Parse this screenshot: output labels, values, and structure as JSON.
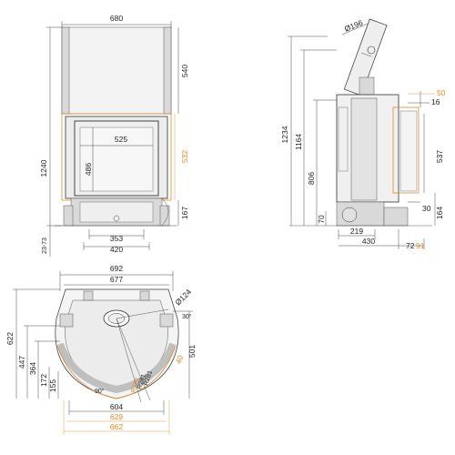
{
  "colors": {
    "line": "#333333",
    "accent": "#e08a2a",
    "fill": "#d9d9d9"
  },
  "front": {
    "width": "680",
    "opening_width": "525",
    "base_width_outer": "420",
    "base_width_inner": "353",
    "total_height": "1240",
    "top_height": "540",
    "opening_height": "486",
    "frame_height": "532",
    "base_height": "167",
    "floor_offset": "23-73"
  },
  "side": {
    "flue_diameter": "Ø196",
    "total_height": "1234",
    "height_1164": "1164",
    "height_806": "806",
    "offset_70": "70",
    "depth_219": "219",
    "depth_430": "430",
    "offset_72": "72",
    "offset_91": "91",
    "top_50": "50",
    "top_16": "16",
    "frame_537": "537",
    "base_164": "164",
    "base_30": "30"
  },
  "plan": {
    "width_692": "692",
    "width_677": "677",
    "width_604": "604",
    "width_629": "629",
    "width_662": "662",
    "depth_622": "622",
    "depth_447": "447",
    "depth_364": "364",
    "depth_172": "172",
    "depth_155": "155",
    "depth_501": "501",
    "depth_40": "40",
    "air_inlet": "Ø124",
    "radius_281": "R281",
    "radius_291": "R291",
    "radius_326": "R326",
    "angle_90": "90°",
    "angle_30": "30°"
  }
}
